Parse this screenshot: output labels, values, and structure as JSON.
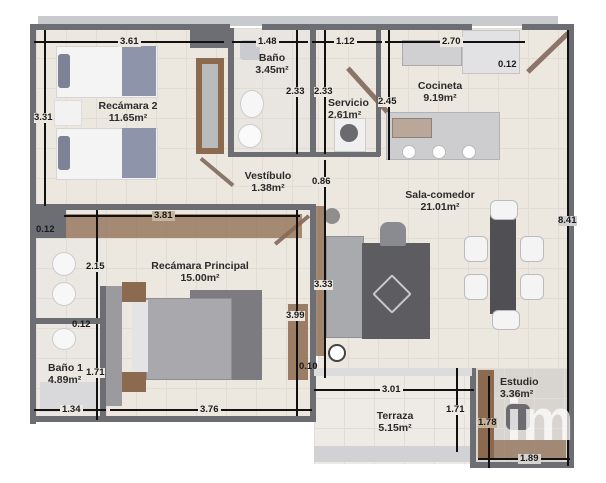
{
  "rooms": [
    {
      "name": "Recámara 2",
      "area": "11.65m²"
    },
    {
      "name": "Baño",
      "area": "3.45m²"
    },
    {
      "name": "Servicio",
      "area": "2.61m²"
    },
    {
      "name": "Cocineta",
      "area": "9.19m²"
    },
    {
      "name": "Vestíbulo",
      "area": "1.38m²"
    },
    {
      "name": "Sala-comedor",
      "area": "21.01m²"
    },
    {
      "name": "Recámara Principal",
      "area": "15.00m²"
    },
    {
      "name": "Baño 1",
      "area": "4.89m²"
    },
    {
      "name": "Terraza",
      "area": "5.15m²"
    },
    {
      "name": "Estudio",
      "area": "3.36m²"
    }
  ],
  "dimensions": {
    "rec2_width": "3.61",
    "bano_width": "1.48",
    "servicio_width": "1.12",
    "cocineta_width": "2.70",
    "wall_top_right": "0.12",
    "rec2_height": "3.31",
    "bano_height": "2.33",
    "servicio_height": "2.33",
    "cocineta_height": "2.45",
    "vestibulo_gap": "0.86",
    "total_height": "8.41",
    "wall_left": "0.12",
    "recp_width": "3.81",
    "bano1_upper": "2.15",
    "wall_bano1": "0.12",
    "sala_height": "3.33",
    "recp_height": "3.99",
    "wall_bottom": "0.10",
    "bano1_height": "1.71",
    "bano1_width": "1.34",
    "recp_bottom_width": "3.76",
    "terraza_width": "3.01",
    "terraza_height": "1.71",
    "estudio_height": "1.78",
    "estudio_width": "1.89"
  },
  "colors": {
    "wall": "#6d6e73",
    "floor": "#ece7df",
    "wood": "#8c6a4f",
    "rug": "#5d5c60",
    "text": "#2b2b2b"
  },
  "watermark": "im"
}
